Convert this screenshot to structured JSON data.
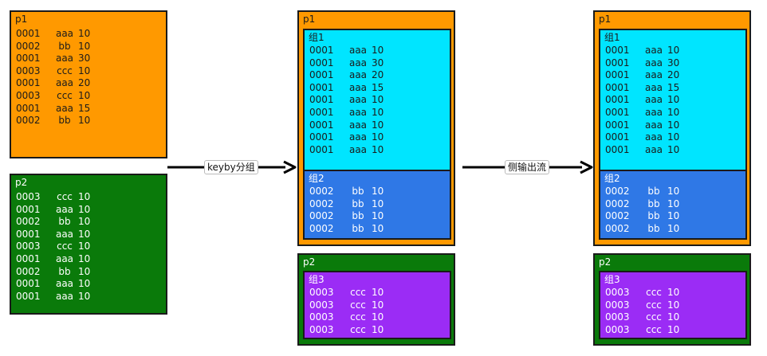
{
  "left": {
    "p1": {
      "title": "p1",
      "rows": [
        [
          "0001",
          "aaa",
          "10"
        ],
        [
          "0002",
          "bb",
          "10"
        ],
        [
          "0001",
          "aaa",
          "30"
        ],
        [
          "0003",
          "ccc",
          "10"
        ],
        [
          "0001",
          "aaa",
          "20"
        ],
        [
          "0003",
          "ccc",
          "10"
        ],
        [
          "0001",
          "aaa",
          "15"
        ],
        [
          "0002",
          "bb",
          "10"
        ]
      ]
    },
    "p2": {
      "title": "p2",
      "rows": [
        [
          "0003",
          "ccc",
          "10"
        ],
        [
          "0001",
          "aaa",
          "10"
        ],
        [
          "0002",
          "bb",
          "10"
        ],
        [
          "0001",
          "aaa",
          "10"
        ],
        [
          "0003",
          "ccc",
          "10"
        ],
        [
          "0001",
          "aaa",
          "10"
        ],
        [
          "0002",
          "bb",
          "10"
        ],
        [
          "0001",
          "aaa",
          "10"
        ],
        [
          "0001",
          "aaa",
          "10"
        ]
      ]
    }
  },
  "arrow1": {
    "label": "keyby分组"
  },
  "arrow2": {
    "label": "侧输出流"
  },
  "middle": {
    "p1": {
      "title": "p1"
    },
    "g1": {
      "title": "组1",
      "rows": [
        [
          "0001",
          "aaa",
          "10"
        ],
        [
          "0001",
          "aaa",
          "30"
        ],
        [
          "0001",
          "aaa",
          "20"
        ],
        [
          "0001",
          "aaa",
          "15"
        ],
        [
          "0001",
          "aaa",
          "10"
        ],
        [
          "0001",
          "aaa",
          "10"
        ],
        [
          "0001",
          "aaa",
          "10"
        ],
        [
          "0001",
          "aaa",
          "10"
        ],
        [
          "0001",
          "aaa",
          "10"
        ]
      ]
    },
    "g2": {
      "title": "组2",
      "rows": [
        [
          "0002",
          "bb",
          "10"
        ],
        [
          "0002",
          "bb",
          "10"
        ],
        [
          "0002",
          "bb",
          "10"
        ],
        [
          "0002",
          "bb",
          "10"
        ]
      ]
    },
    "p2": {
      "title": "p2"
    },
    "g3": {
      "title": "组3",
      "rows": [
        [
          "0003",
          "ccc",
          "10"
        ],
        [
          "0003",
          "ccc",
          "10"
        ],
        [
          "0003",
          "ccc",
          "10"
        ],
        [
          "0003",
          "ccc",
          "10"
        ]
      ]
    }
  },
  "right": {
    "p1": {
      "title": "p1"
    },
    "g1": {
      "title": "组1",
      "rows": [
        [
          "0001",
          "aaa",
          "10"
        ],
        [
          "0001",
          "aaa",
          "30"
        ],
        [
          "0001",
          "aaa",
          "20"
        ],
        [
          "0001",
          "aaa",
          "15"
        ],
        [
          "0001",
          "aaa",
          "10"
        ],
        [
          "0001",
          "aaa",
          "10"
        ],
        [
          "0001",
          "aaa",
          "10"
        ],
        [
          "0001",
          "aaa",
          "10"
        ],
        [
          "0001",
          "aaa",
          "10"
        ]
      ]
    },
    "g2": {
      "title": "组2",
      "rows": [
        [
          "0002",
          "bb",
          "10"
        ],
        [
          "0002",
          "bb",
          "10"
        ],
        [
          "0002",
          "bb",
          "10"
        ],
        [
          "0002",
          "bb",
          "10"
        ]
      ]
    },
    "p2": {
      "title": "p2"
    },
    "g3": {
      "title": "组3",
      "rows": [
        [
          "0003",
          "ccc",
          "10"
        ],
        [
          "0003",
          "ccc",
          "10"
        ],
        [
          "0003",
          "ccc",
          "10"
        ],
        [
          "0003",
          "ccc",
          "10"
        ]
      ]
    }
  },
  "colors": {
    "orange": "#ff9900",
    "green": "#0a7a0a",
    "cyan": "#00e5ff",
    "blue": "#2f78e6",
    "purple": "#9b2cf5"
  }
}
